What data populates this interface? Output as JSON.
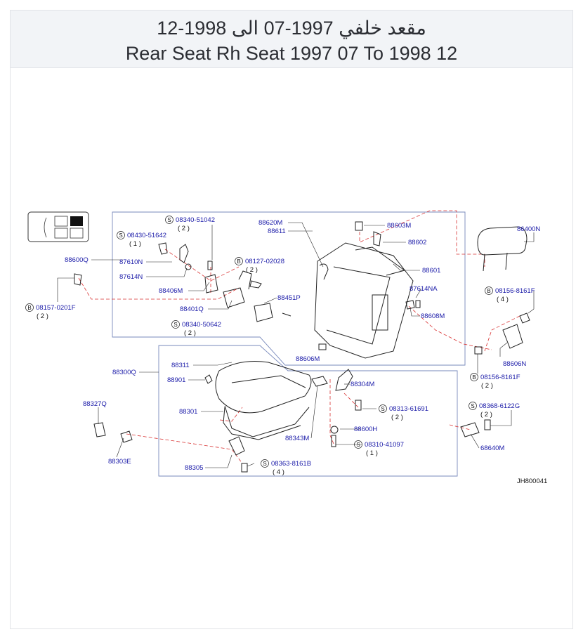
{
  "header": {
    "title_ar": "مقعد خلفي 1997-07 الى 1998-12",
    "title_en": "Rear Seat Rh Seat 1997 07 To 1998 12"
  },
  "diagram": {
    "code": "JH800041",
    "parts": {
      "p88620M": "88620M",
      "p88611": "88611",
      "p88603M": "88603M",
      "p88602": "88602",
      "p88601": "88601",
      "p86400N": "86400N",
      "p88600Q": "88600Q",
      "p87610N": "87610N",
      "p87614N": "87614N",
      "p88406M": "88406M",
      "p88401Q": "88401Q",
      "p88451P": "88451P",
      "p87614NA": "87614NA",
      "p88608M": "88608M",
      "p88606N": "88606N",
      "p88606M": "88606M",
      "p88300Q": "88300Q",
      "p88311": "88311",
      "p88901": "88901",
      "p88301": "88301",
      "p88304M": "88304M",
      "p88343M": "88343M",
      "p88600H": "88600H",
      "p88327Q": "88327Q",
      "p88303E": "88303E",
      "p88305": "88305",
      "p68640M": "68640M"
    },
    "fasteners": {
      "f1": {
        "type": "S",
        "code": "08340-51042",
        "qty": "( 2 )"
      },
      "f2": {
        "type": "S",
        "code": "08430-51642",
        "qty": "( 1 )"
      },
      "f3": {
        "type": "B",
        "code": "08127-02028",
        "qty": "( 2 )"
      },
      "f4": {
        "type": "B",
        "code": "08157-0201F",
        "qty": "( 2 )"
      },
      "f5": {
        "type": "S",
        "code": "08340-50642",
        "qty": "( 2 )"
      },
      "f6": {
        "type": "B",
        "code": "08156-8161F",
        "qty": "( 4 )"
      },
      "f7": {
        "type": "B",
        "code": "08156-8161F",
        "qty": "( 2 )"
      },
      "f8": {
        "type": "S",
        "code": "08313-61691",
        "qty": "( 2 )"
      },
      "f9": {
        "type": "S",
        "code": "08310-41097",
        "qty": "( 1 )"
      },
      "f10": {
        "type": "S",
        "code": "08363-8161B",
        "qty": "( 4 )"
      },
      "f11": {
        "type": "S",
        "code": "08368-6122G",
        "qty": "( 2 )"
      }
    }
  }
}
